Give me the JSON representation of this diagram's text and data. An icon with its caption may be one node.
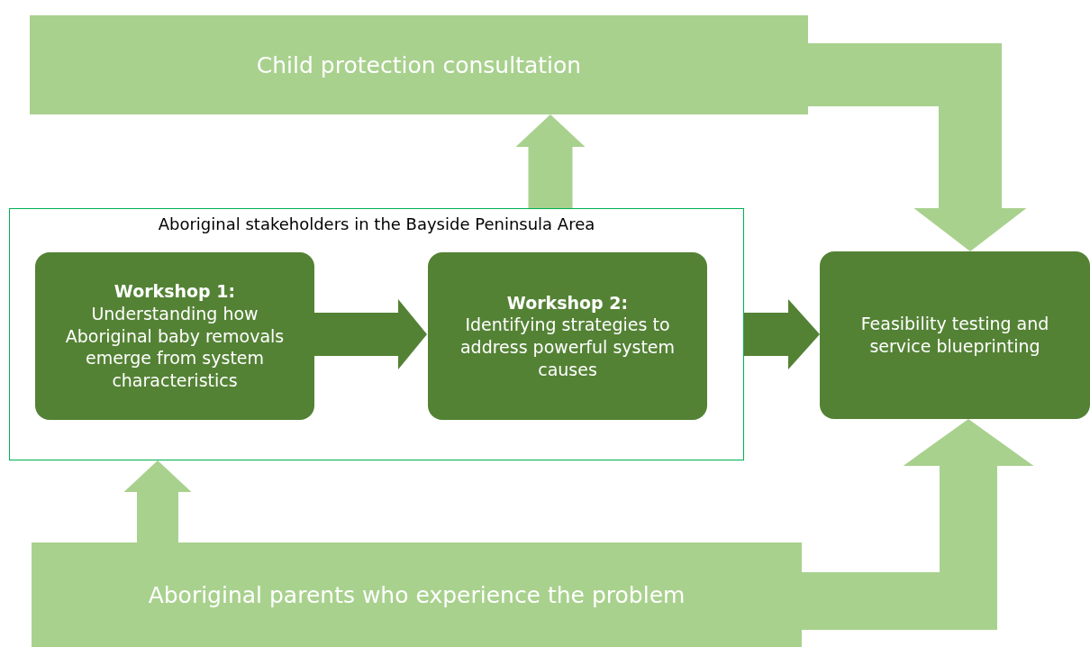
{
  "diagram": {
    "nodes": [
      {
        "text": [
          "Child protection consultation"
        ]
      },
      {
        "text": [
          "Aboriginal stakeholders in the Bayside Peninsula Area"
        ]
      },
      {
        "text": [
          "Workshop 1:",
          "Understanding how Aboriginal baby removals emerge from system characteristics"
        ],
        "in": 1
      },
      {
        "text": [
          "Workshop 2:",
          "Identifying strategies to address powerful system causes"
        ],
        "in": 1
      },
      {
        "text": [
          "Feasibility testing and service blueprinting"
        ]
      },
      {
        "text": [
          "Aboriginal parents who experience the problem"
        ]
      }
    ],
    "edges": [
      {
        "from": 2,
        "to": 3,
        "arrow": "to",
        "color": "#548235"
      },
      {
        "from": 1,
        "to": 4,
        "arrow": "to",
        "color": "#548235"
      },
      {
        "from": 1,
        "to": 0,
        "arrow": "to"
      },
      {
        "from": 0,
        "to": 4,
        "arrow": "to"
      },
      {
        "from": 5,
        "to": 1,
        "arrow": "to"
      },
      {
        "from": 5,
        "to": 4,
        "arrow": "to"
      }
    ]
  }
}
